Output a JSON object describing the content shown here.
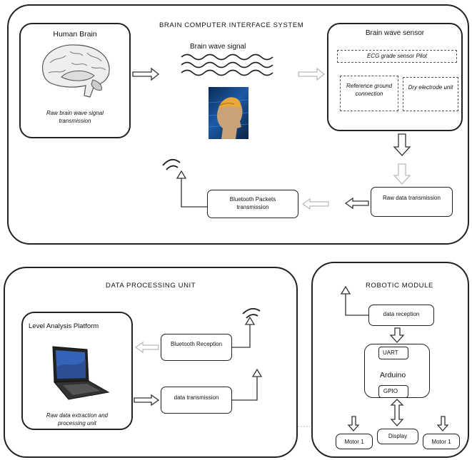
{
  "bci": {
    "title": "BRAIN COMPUTER INTERFACE SYSTEM",
    "human_brain": {
      "title": "Human Brain",
      "caption_line1": "Raw brain wave signal",
      "caption_line2": "transmission"
    },
    "wave_label": "Brain wave signal",
    "sensor": {
      "title": "Brain wave sensor",
      "top_box": "ECG grade sensor Pilot",
      "left_box_line1": "Reference ground",
      "left_box_line2": "connection",
      "right_box": "Dry electrode unit"
    },
    "raw_tx": "Raw data transmission",
    "bt_packets_line1": "Bluetooth Packets",
    "bt_packets_line2": "transmission"
  },
  "dpu": {
    "title": "DATA PROCESSING UNIT",
    "platform_title": "Level Analysis Platform",
    "caption_line1": "Raw data extraction and",
    "caption_line2": "processing unit",
    "bt_reception": "Bluetooth Reception",
    "data_tx": "data transmission"
  },
  "robot": {
    "title": "ROBOTIC MODULE",
    "data_reception": "data reception",
    "uart": "UART",
    "arduino": "Arduino",
    "gpio": "GPIO",
    "display": "Display",
    "motor_left": "Motor 1",
    "motor_right": "Motor 1"
  },
  "icons": [
    "brain-image",
    "head-brain-image",
    "wifi-signal-icon",
    "laptop-image"
  ]
}
